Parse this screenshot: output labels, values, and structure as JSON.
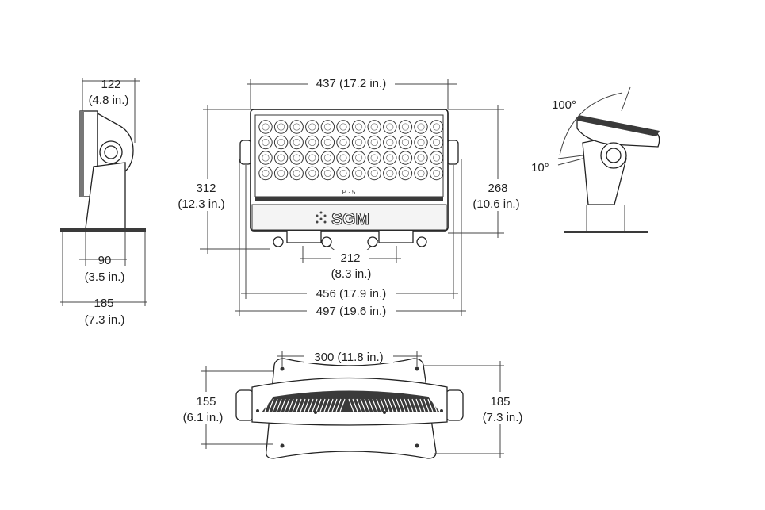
{
  "colors": {
    "ink": "#222222",
    "dim_line": "#444444",
    "background": "#ffffff",
    "dark_body": "#3a3a3a"
  },
  "brand": {
    "logo": "SGM",
    "model_label": "P · 5"
  },
  "side_view": {
    "depth": {
      "mm": "122",
      "in": "(4.8 in.)"
    },
    "base_inner": {
      "mm": "90",
      "in": "(3.5 in.)"
    },
    "base_outer": {
      "mm": "185",
      "in": "(7.3 in.)"
    }
  },
  "front_view": {
    "width_housing": "437 (17.2 in.)",
    "height_total": {
      "mm": "312",
      "in": "(12.3 in.)"
    },
    "height_housing": {
      "mm": "268",
      "in": "(10.6 in.)"
    },
    "foot_spacing": {
      "mm": "212",
      "in": "(8.3 in.)"
    },
    "width_bracket": "456 (17.9 in.)",
    "width_total": "497 (19.6 in.)"
  },
  "tilt_view": {
    "tilt_up": "100°",
    "tilt_down": "10°"
  },
  "top_view": {
    "hole_spacing": "300 (11.8 in.)",
    "depth_left": {
      "mm": "155",
      "in": "(6.1 in.)"
    },
    "depth_right": {
      "mm": "185",
      "in": "(7.3 in.)"
    }
  }
}
